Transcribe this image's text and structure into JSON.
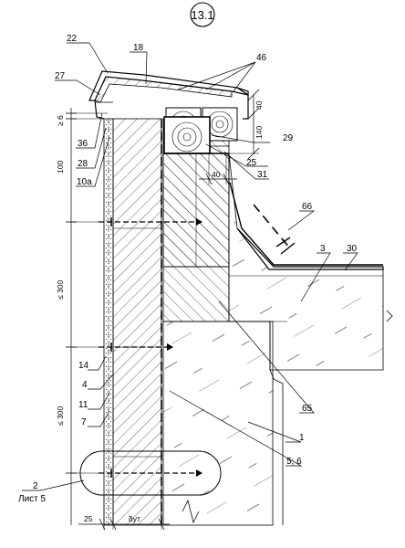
{
  "detail_number": "13.1",
  "callouts": {
    "c22": "22",
    "c18": "18",
    "c46": "46",
    "c27": "27",
    "c36": "36",
    "c28": "28",
    "c10a": "10a",
    "c29": "29",
    "c25": "25",
    "c31": "31",
    "c66": "66",
    "c3": "3",
    "c30": "30",
    "c14": "14",
    "c4": "4",
    "c11": "11",
    "c7": "7",
    "c65": "65",
    "c1": "1",
    "c56": "5; 6",
    "c2": "2",
    "sheet": "Лист 5"
  },
  "dimensions": {
    "d6": "≥ 6",
    "d100": "100",
    "d300a": "≤ 300",
    "d300b": "≤ 300",
    "d40_top": "40",
    "d140": "140",
    "d40_bottom": "40",
    "d25": "25",
    "d_delta": "δут"
  }
}
